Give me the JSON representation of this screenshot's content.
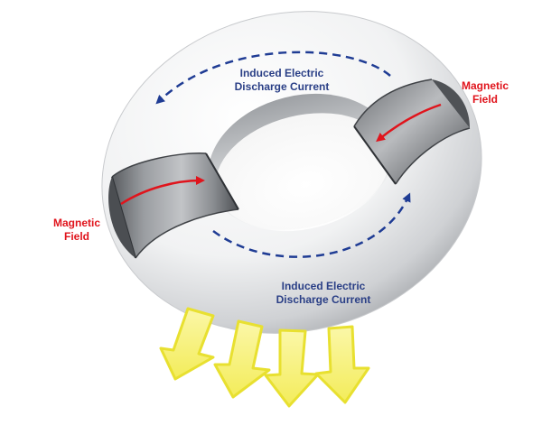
{
  "labels": {
    "magnetic_field_right": [
      "Magnetic",
      "Field"
    ],
    "magnetic_field_left": [
      "Magnetic",
      "Field"
    ],
    "current_top": [
      "Induced Electric",
      "Discharge Current"
    ],
    "current_bottom": [
      "Induced Electric",
      "Discharge Current"
    ]
  },
  "colors": {
    "magnetic_field_text": "#e0141c",
    "current_text": "#2a3f86",
    "field_arrow": "#e0141c",
    "current_arrow": "#1f3c94",
    "light_arrows": "#f6f07a",
    "light_arrow_outline": "#e8e030"
  },
  "icons": {
    "core_clamps": "magnetic-core-icon",
    "light_output": "light-emission-arrow-icon"
  }
}
